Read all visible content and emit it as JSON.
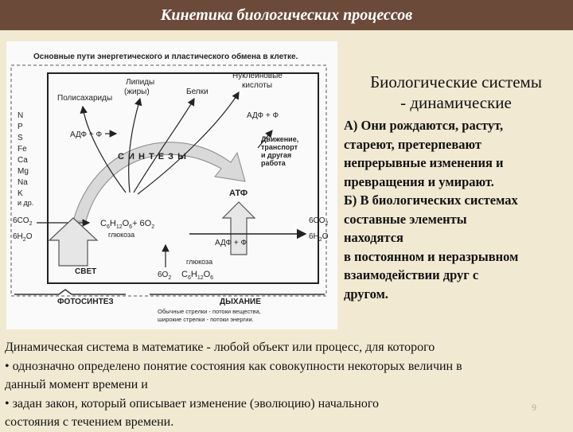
{
  "slide": {
    "title": "Кинетика биологических процессов",
    "page_number": "9"
  },
  "diagram": {
    "caption": "Основные пути энергетического и пластического обмена в клетке.",
    "polysaccharides": "Полисахариды",
    "lipids_line1": "Липиды",
    "lipids_line2": "(жиры)",
    "proteins": "Белки",
    "nucleic_line1": "Нуклеиновые",
    "nucleic_line2": "кислоты",
    "adp_f": "АДФ + Ф",
    "synthesis": "С И Н Т Е З Ы",
    "movement_lines": [
      "Движение,",
      "транспорт",
      "и другая",
      "работа"
    ],
    "atp": "АТФ",
    "elements": [
      "N",
      "P",
      "S",
      "Fe",
      "Ca",
      "Mg",
      "Na",
      "K",
      "и др."
    ],
    "co2_left": "6CO",
    "h2o_left": "6H",
    "glucose_formula": "C",
    "glucose_formula_rest": "H",
    "glucose_label": "глюкоза",
    "plus_6o2": "+ 6O",
    "co2_right": "6CO",
    "h2o_right": "6H",
    "light": "СВЕТ",
    "o2_bottom": "6O",
    "glucose_bottom_label": "глюкоза",
    "photosynthesis": "ФОТОСИНТЕЗ",
    "respiration": "ДЫХАНИЕ",
    "legend_line1": "Обычные стрелки - потоки вещества,",
    "legend_line2": "широкие стрелки - потоки энергии."
  },
  "right_panel": {
    "heading_line1": "Биологические системы",
    "heading_line2": "- динамические",
    "body_lines": [
      "А) Они рождаются, растут,",
      "стареют, претерпевают",
      "непрерывные изменения и",
      "превращения и умирают.",
      "Б) В биологических системах",
      "составные элементы",
      "находятся",
      "в постоянном и неразрывном",
      "взаимодействии друг с",
      "другом."
    ]
  },
  "bottom_text": {
    "lines": [
      "Динамическая система в математике - любой объект или процесс, для которого",
      "• однозначно определено понятие состояния как совокупности некоторых величин в",
      "данный момент времени и",
      "• задан закон, который описывает изменение (эволюцию) начального",
      "состояния с течением времени."
    ]
  }
}
